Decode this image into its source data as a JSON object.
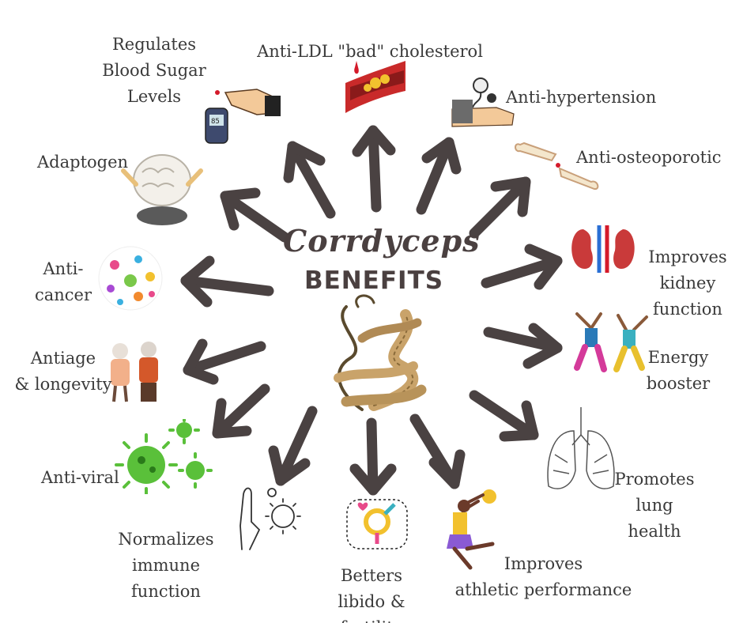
{
  "title": {
    "script": "Corrdyceps",
    "main": "BENEFITS"
  },
  "colors": {
    "arrow": "#4a4242",
    "text": "#3a3a3a"
  },
  "benefits": [
    {
      "label": "Regulates\nBlood Sugar\nLevels",
      "icon": "glucose-meter-icon"
    },
    {
      "label": "Anti-LDL \"bad\" cholesterol",
      "icon": "artery-cholesterol-icon"
    },
    {
      "label": "Anti-hypertension",
      "icon": "blood-pressure-cuff-icon"
    },
    {
      "label": "Anti-osteoporotic",
      "icon": "broken-bone-icon"
    },
    {
      "label": "Adaptogen",
      "icon": "meditating-brain-icon"
    },
    {
      "label": "Improves\nkidney function",
      "icon": "kidneys-icon"
    },
    {
      "label": "Anti-\ncancer",
      "icon": "cancer-cells-icon"
    },
    {
      "label": "Energy\nbooster",
      "icon": "jumping-people-icon"
    },
    {
      "label": "Antiage\n& longevity",
      "icon": "elderly-couple-icon"
    },
    {
      "label": "Promotes\nlung health",
      "icon": "lungs-icon"
    },
    {
      "label": "Anti-viral",
      "icon": "virus-icon"
    },
    {
      "label": "Normalizes\nimmune function",
      "icon": "hand-stop-virus-icon"
    },
    {
      "label": "Betters\nlibido & fertility",
      "icon": "gender-symbol-icon"
    },
    {
      "label": "Improves\nathletic performance",
      "icon": "volleyball-player-icon"
    }
  ]
}
